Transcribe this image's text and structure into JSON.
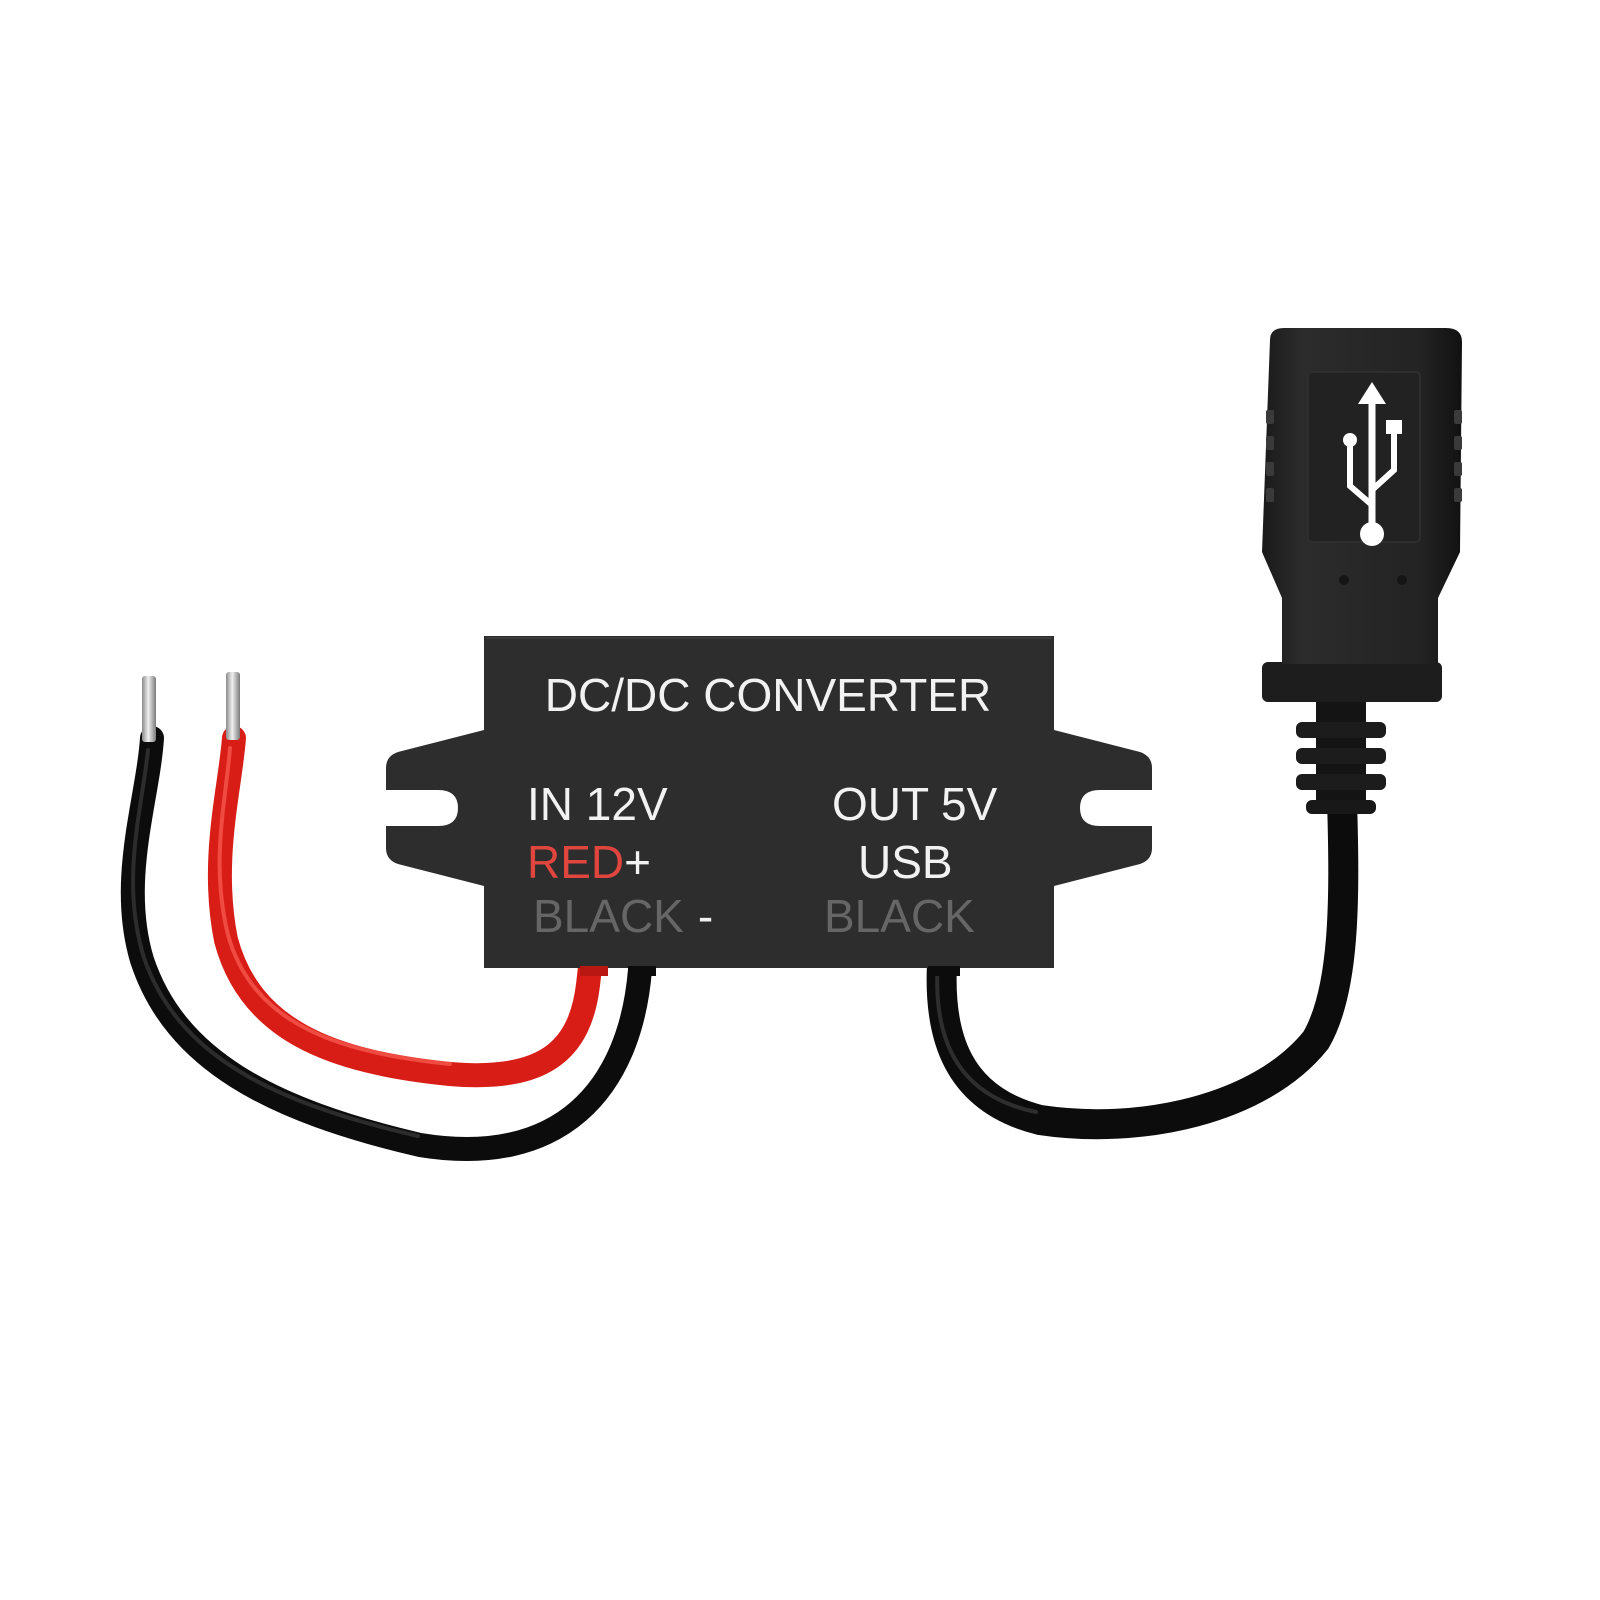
{
  "converter": {
    "title": "DC/DC CONVERTER",
    "input": {
      "voltage_label": "IN 12V",
      "positive_color_word": "RED",
      "positive_symbol": "+",
      "negative_color_word": "BLACK",
      "negative_symbol": "-"
    },
    "output": {
      "voltage_label": "OUT 5V",
      "connector_label": "USB",
      "wire_color_word": "BLACK"
    }
  },
  "colors": {
    "background": "#ffffff",
    "housing": "#2d2d2d",
    "label_white": "#f2f2f2",
    "label_red": "#e0453e",
    "label_gray": "#666666",
    "wire_red": "#d81d17",
    "wire_black": "#0c0c0c",
    "pin_metal": "#b9b9b9"
  },
  "icons": {
    "usb_connector": "usb-trident-icon"
  }
}
